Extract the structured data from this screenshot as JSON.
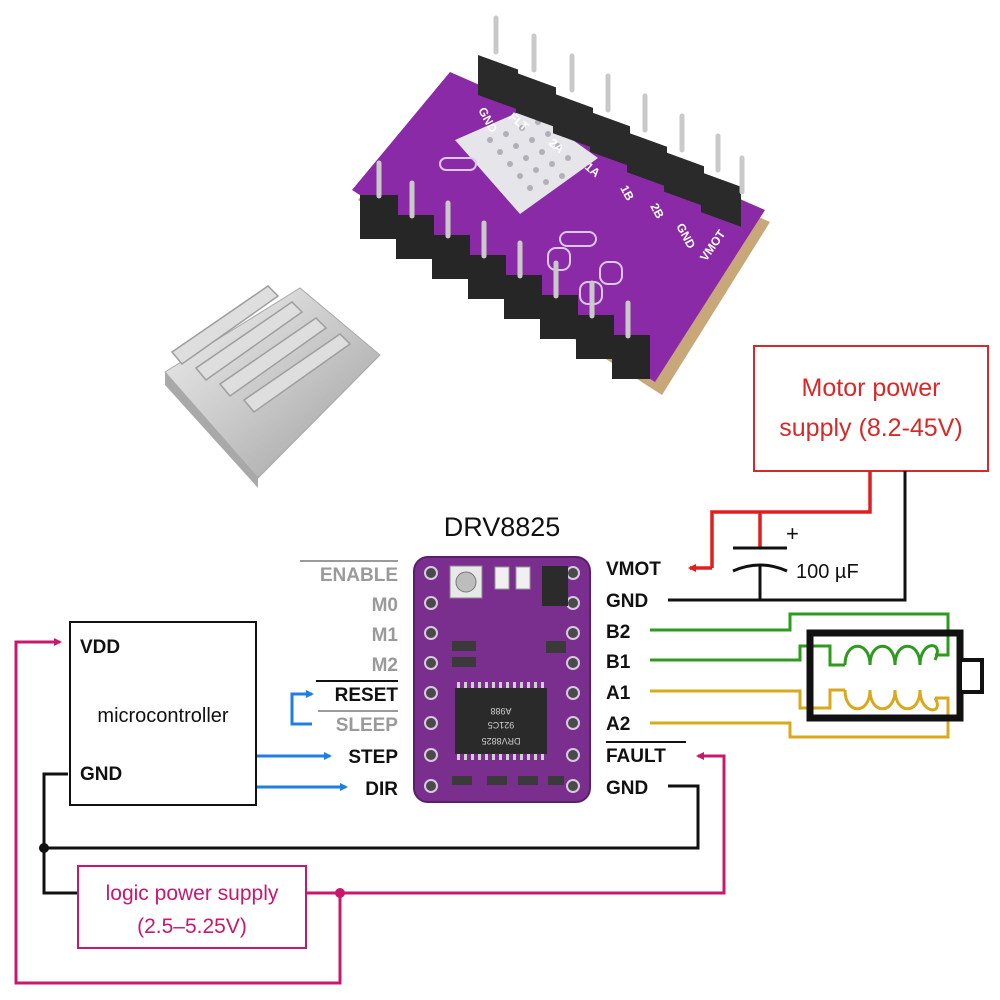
{
  "title": "DRV8825",
  "motor_supply": {
    "line1": "Motor power",
    "line2": "supply (8.2-45V)"
  },
  "capacitor": {
    "value": "100 µF",
    "polarity": "+"
  },
  "microcontroller": {
    "label": "microcontroller",
    "vdd": "VDD",
    "gnd": "GND"
  },
  "logic_supply": {
    "line1": "logic power supply",
    "line2": "(2.5–5.25V)"
  },
  "left_pins": {
    "enable": "ENABLE",
    "m0": "M0",
    "m1": "M1",
    "m2": "M2",
    "reset": "RESET",
    "sleep": "SLEEP",
    "step": "STEP",
    "dir": "DIR"
  },
  "right_pins": {
    "vmot": "VMOT",
    "gnd_top": "GND",
    "b2": "B2",
    "b1": "B1",
    "a1": "A1",
    "a2": "A2",
    "fault": "FAULT",
    "gnd_bottom": "GND"
  },
  "board_markings": {
    "chip_line1": "A988",
    "chip_line2": "921C5",
    "chip_line3": "DRV8825",
    "photo_pins": [
      "GND",
      "FLT",
      "2A",
      "1A",
      "1B",
      "2B",
      "GND",
      "VMOT"
    ]
  },
  "colors": {
    "motor_supply_border": "#d62a2a",
    "motor_supply_text": "#d62a2a",
    "vmot_wire": "#e01e1e",
    "logic_supply": "#c7186e",
    "signal_blue": "#1e7fe0",
    "coil_b": "#2e9a1e",
    "coil_a": "#d9a81c",
    "board_purple": "#7a2e8e",
    "inactive_pin_text": "#9a9a9a"
  }
}
